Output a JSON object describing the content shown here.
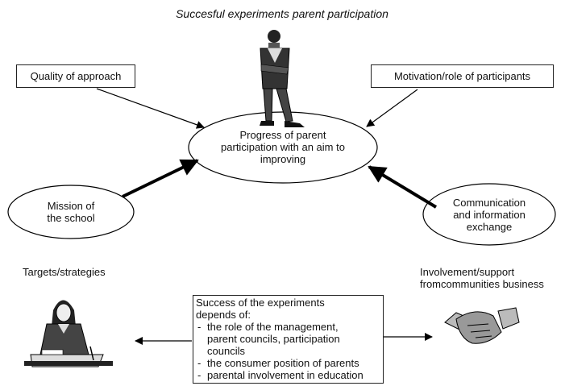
{
  "title": "Succesful experiments parent participation",
  "boxes": {
    "quality": "Quality of approach",
    "motivation": "Motivation/role of participants"
  },
  "ellipses": {
    "center": "Progress of parent\nparticipation with an aim to\nimproving",
    "mission": "Mission of\nthe school",
    "communication": "Communication\nand information\nexchange"
  },
  "labels": {
    "targets": "Targets/strategies",
    "involvement": "Involvement/support\nfromcommunities business"
  },
  "success": {
    "heading": "Success of the experiments\ndepends of:",
    "items": [
      "the role of the management,\nparent councils, participation\ncouncils",
      "the consumer position of parents",
      "parental involvement in education"
    ]
  },
  "icons": [
    "standing-man-icon",
    "woman-at-desk-icon",
    "handshake-icon"
  ]
}
